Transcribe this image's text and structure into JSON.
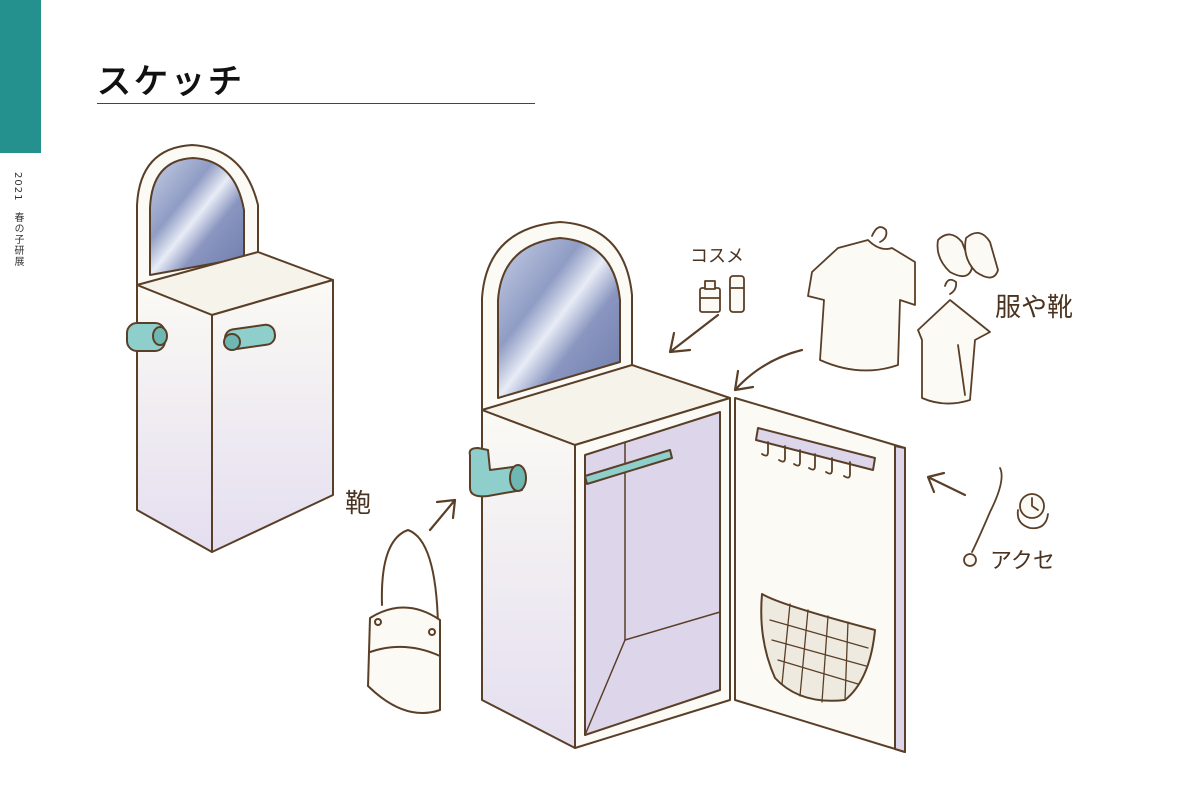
{
  "page": {
    "title": "スケッチ",
    "side_caption": "2021　春の子研展",
    "accent_color": "#25918f"
  },
  "illustration": {
    "labels": {
      "cosmetics": "コスメ",
      "clothes_shoes": "服や靴",
      "bag": "鞄",
      "accessories": "アクセ"
    },
    "colors": {
      "outline": "#5a3f28",
      "body": "#fbfaf4",
      "interior": "#ddd6ea",
      "handle": "#8fcfcb",
      "mirror": "#8f9cc4"
    }
  }
}
